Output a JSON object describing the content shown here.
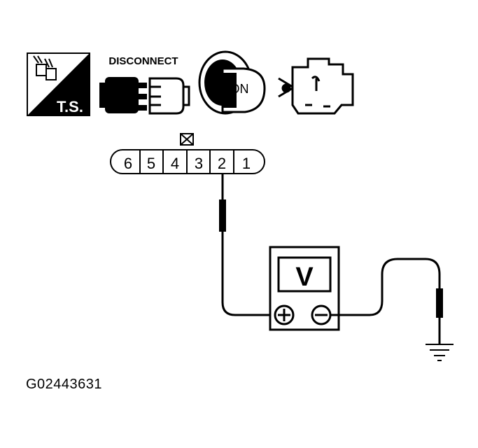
{
  "icons": {
    "ts_label": "T.S.",
    "disconnect_label": "DISCONNECT",
    "ignition_label": "ON"
  },
  "connector": {
    "pins": [
      "6",
      "5",
      "4",
      "3",
      "2",
      "1"
    ]
  },
  "meter": {
    "label": "V"
  },
  "figure_id": "G02443631",
  "colors": {
    "ink": "#000000",
    "paper": "#ffffff"
  }
}
